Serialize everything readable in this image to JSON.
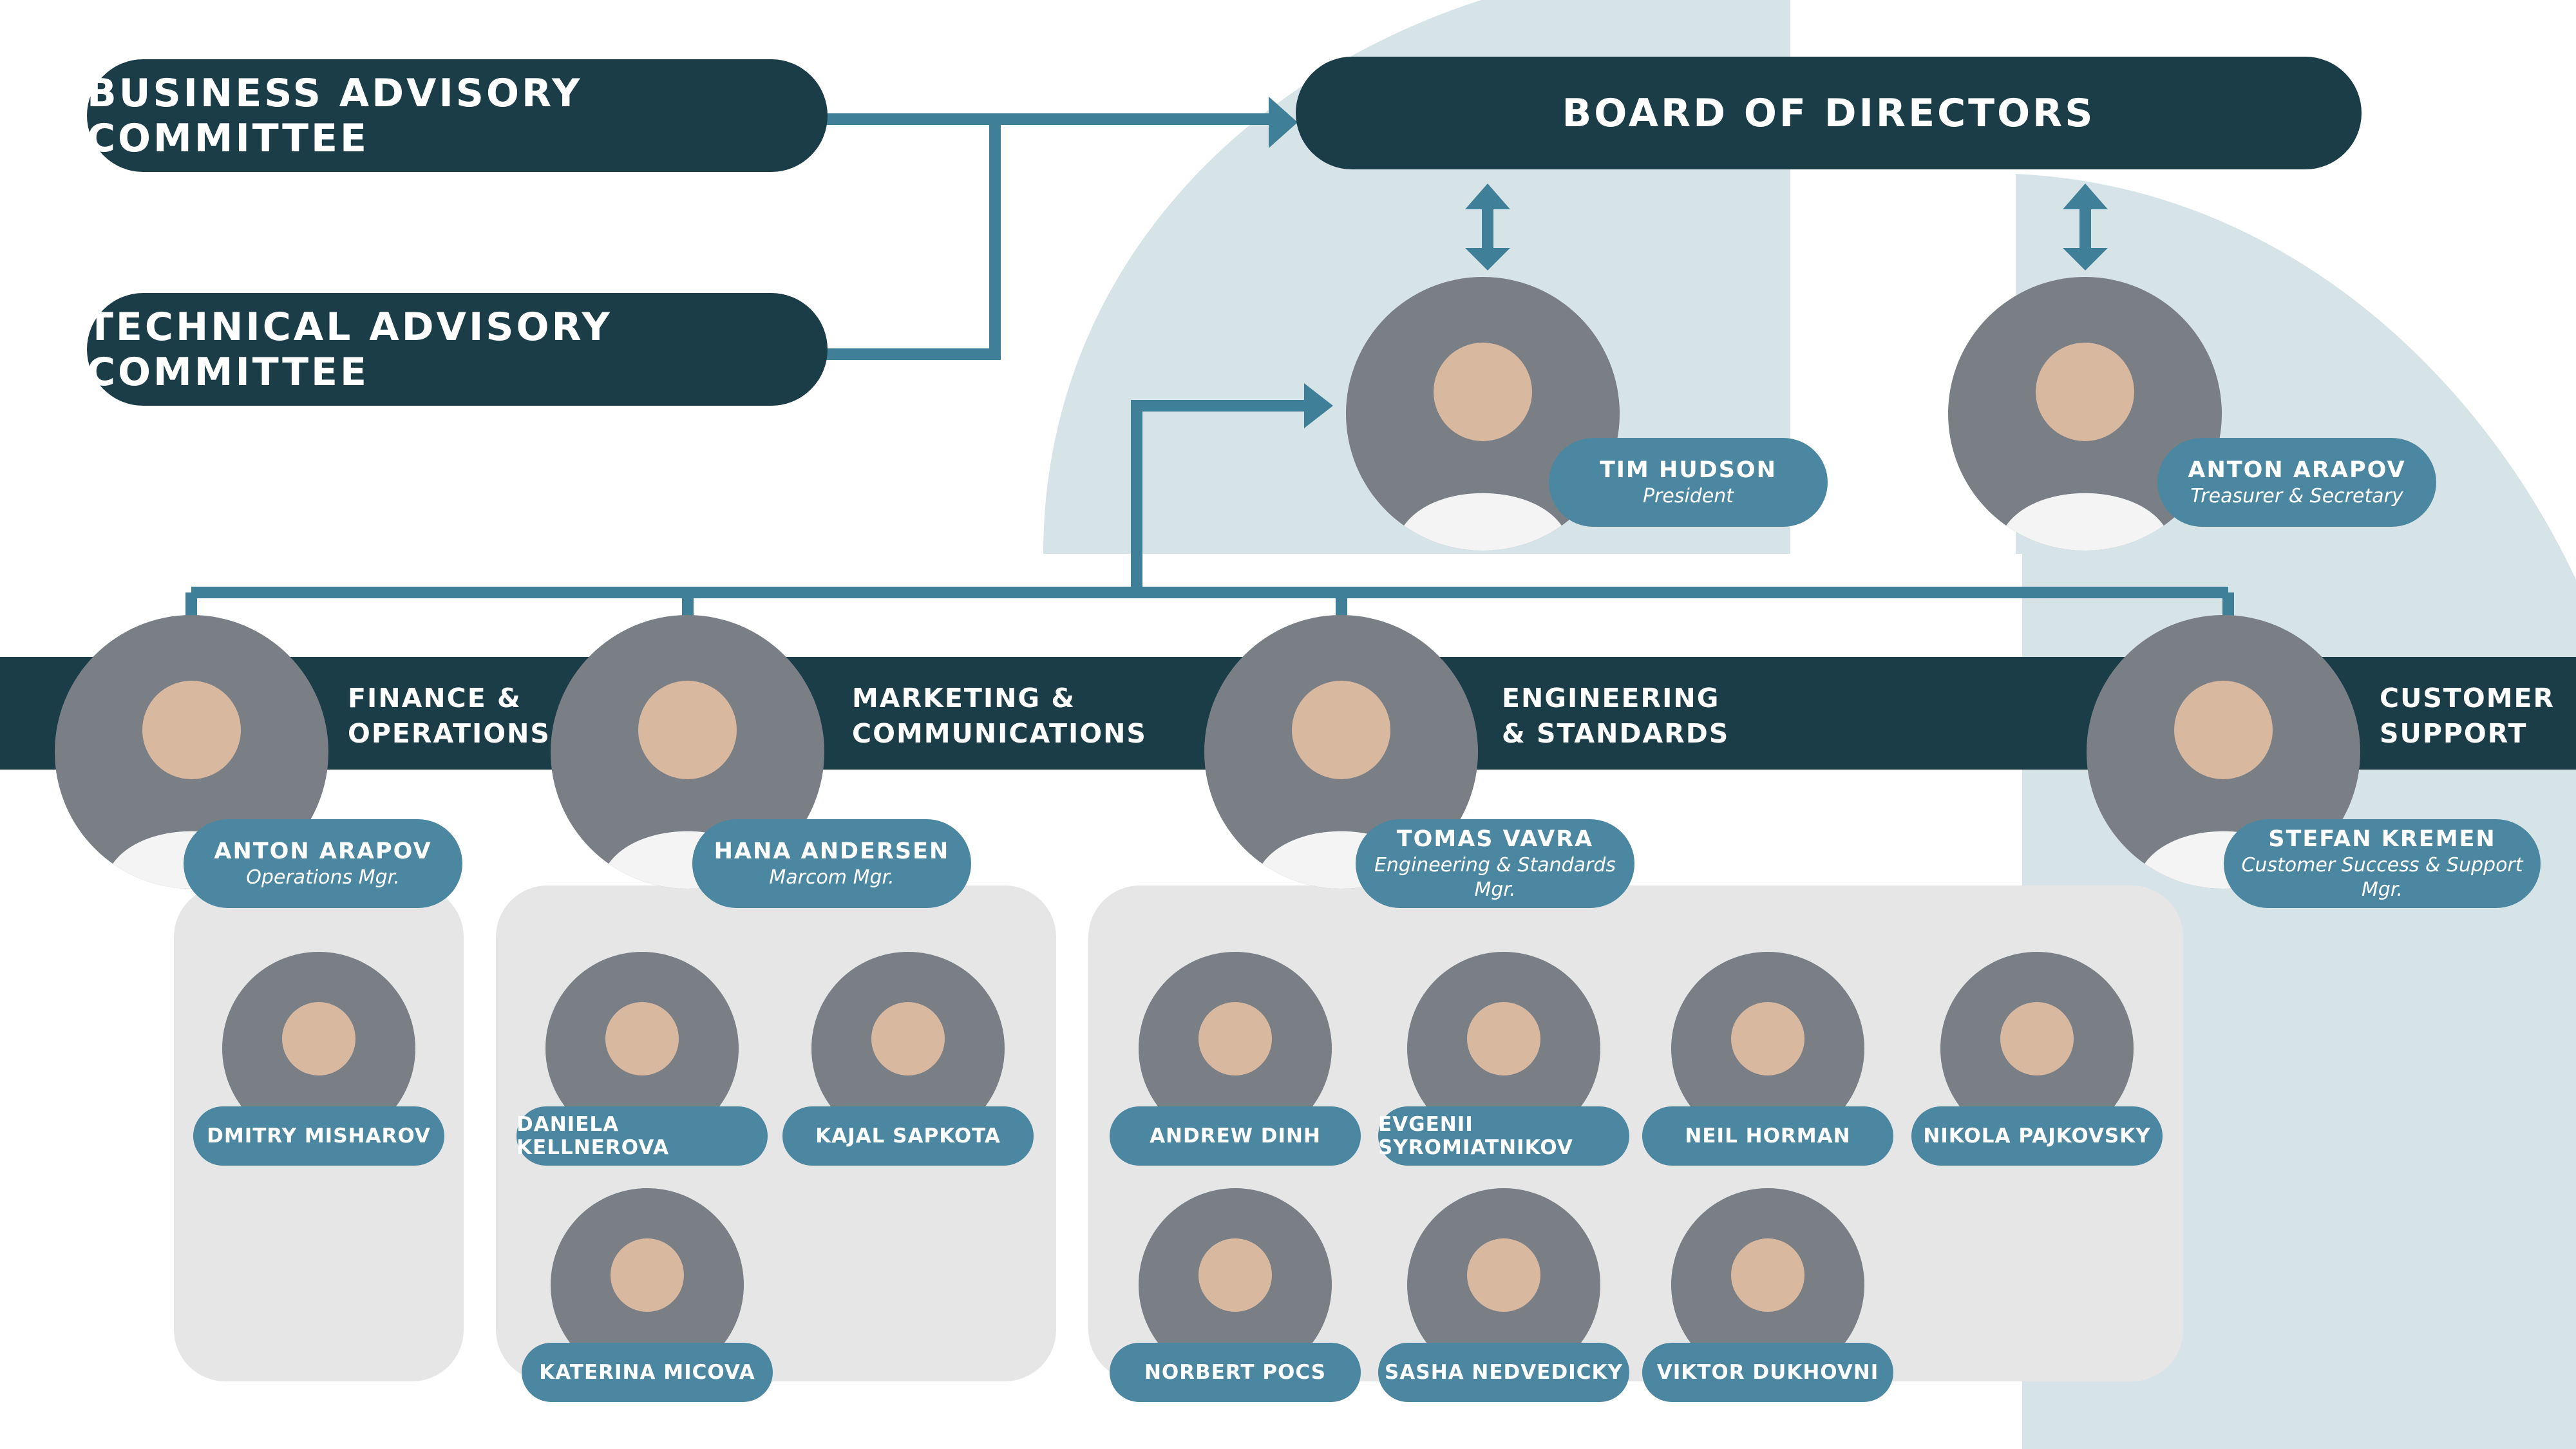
{
  "committees": {
    "business": "BUSINESS ADVISORY COMMITTEE",
    "technical": "TECHNICAL ADVISORY COMMITTEE",
    "board": "BOARD OF DIRECTORS"
  },
  "officers": [
    {
      "name": "TIM HUDSON",
      "role": "President"
    },
    {
      "name": "ANTON ARAPOV",
      "role": "Treasurer & Secretary"
    }
  ],
  "departments": {
    "finance": {
      "title_line1": "FINANCE &",
      "title_line2": "OPERATIONS",
      "manager": "ANTON ARAPOV",
      "role": "Operations Mgr."
    },
    "marketing": {
      "title_line1": "MARKETING &",
      "title_line2": "COMMUNICATIONS",
      "manager": "HANA ANDERSEN",
      "role": "Marcom Mgr."
    },
    "engineering": {
      "title_line1": "ENGINEERING",
      "title_line2": "& STANDARDS",
      "manager": "TOMAS VAVRA",
      "role": "Engineering & Standards Mgr."
    },
    "support": {
      "title_line1": "CUSTOMER",
      "title_line2": "SUPPORT",
      "manager": "STEFAN KREMEN",
      "role": "Customer Success & Support Mgr."
    }
  },
  "teams": {
    "finance": [
      "DMITRY MISHAROV"
    ],
    "marketing": [
      "DANIELA KELLNEROVA",
      "KAJAL SAPKOTA",
      "KATERINA MICOVA"
    ],
    "engineering": [
      "ANDREW DINH",
      "EVGENII SYROMIATNIKOV",
      "NEIL HORMAN",
      "NIKOLA PAJKOVSKY",
      "NORBERT POCS",
      "SASHA NEDVEDICKY",
      "VIKTOR DUKHOVNI"
    ]
  },
  "colors": {
    "dark_teal": "#1b3d48",
    "accent_blue": "#4b87a0",
    "connector": "#3f7f97",
    "bg_shape": "#d6e4e8",
    "team_box": "#e6e6e6"
  },
  "icons": [
    "person-photo",
    "double-arrow-icon",
    "arrow-right-icon"
  ]
}
